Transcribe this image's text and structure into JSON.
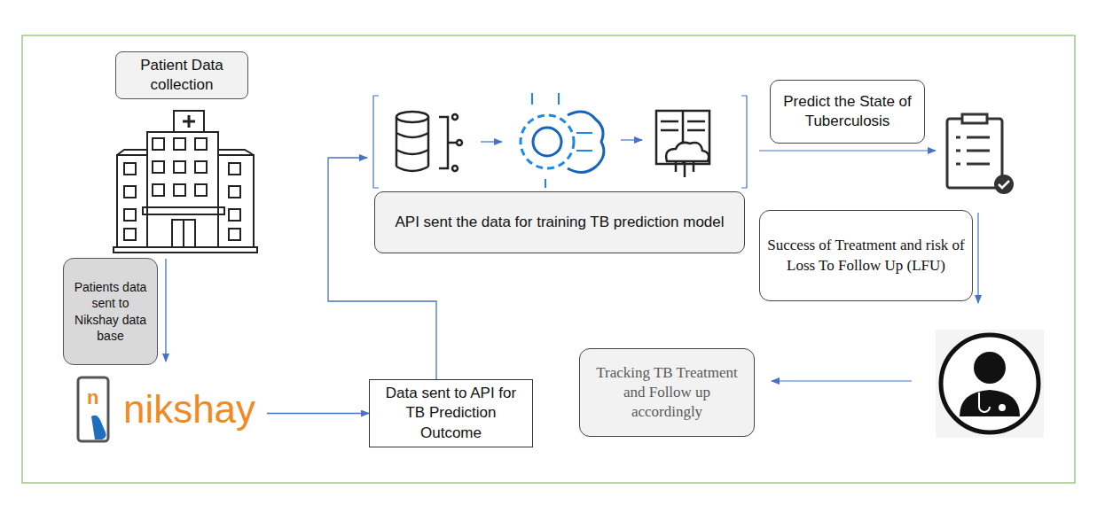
{
  "diagram": {
    "nodes": [
      {
        "text": [
          "Patient Data collection"
        ]
      },
      {
        "text": [
          "Patients data sent to Nikshay data base"
        ]
      },
      {
        "text": [
          "nikshay"
        ]
      },
      {
        "text": [
          "Data sent to API for TB Prediction Outcome"
        ]
      },
      {
        "text": [
          "API sent the data for training TB prediction model"
        ]
      },
      {
        "text": [
          "Predict the State of Tuberculosis"
        ]
      },
      {
        "text": [
          "Success of Treatment and risk of Loss To Follow Up (LFU)"
        ]
      },
      {
        "text": [
          "Tracking TB Treatment and Follow up accordingly"
        ]
      }
    ],
    "edges": [
      {
        "from": 2,
        "to": 3,
        "arrow": "to"
      },
      {
        "from": 3,
        "to": 4,
        "arrow": "to"
      }
    ],
    "labels": [
      "n"
    ]
  }
}
